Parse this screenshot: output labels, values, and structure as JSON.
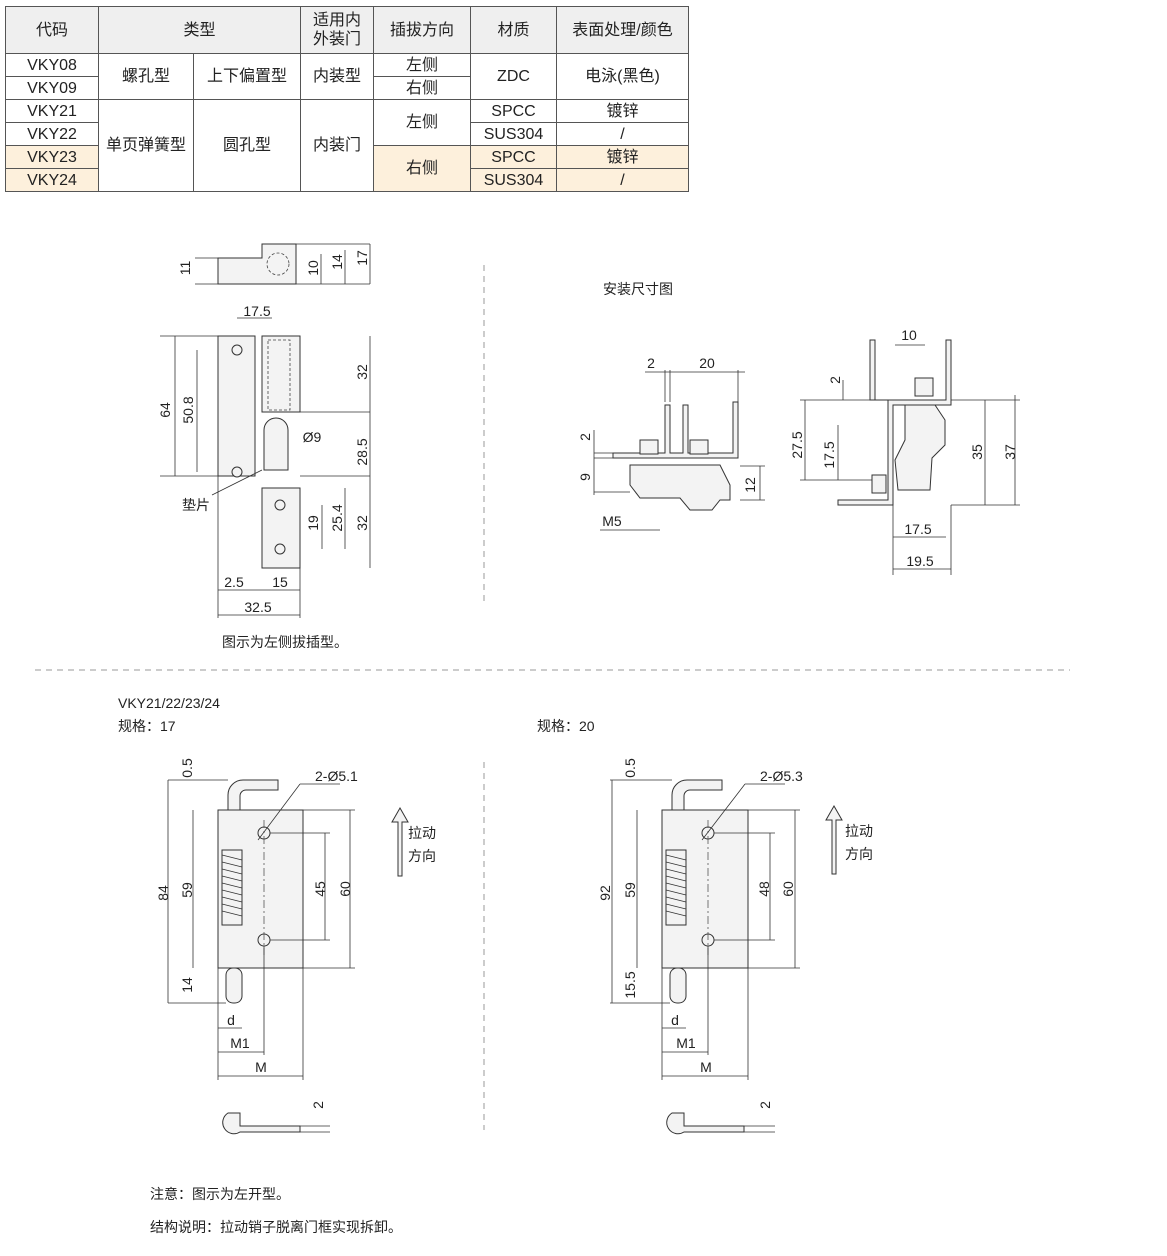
{
  "table": {
    "headers": [
      "代码",
      "类型",
      "适用内外装门",
      "插拔方向",
      "材质",
      "表面处理/颜色"
    ],
    "header_door": [
      "适用内",
      "外装门"
    ],
    "rows": [
      {
        "code": "VKY08",
        "type1": "螺孔型",
        "type2": "上下偏置型",
        "door": "内装型",
        "dir": "左侧",
        "material": "ZDC",
        "finish": "电泳(黑色)"
      },
      {
        "code": "VKY09",
        "dir": "右侧"
      },
      {
        "code": "VKY21",
        "type1": "单页弹簧型",
        "type2": "圆孔型",
        "door": "内装门",
        "dir": "左侧",
        "material": "SPCC",
        "finish": "镀锌"
      },
      {
        "code": "VKY22",
        "material": "SUS304",
        "finish": "/"
      },
      {
        "code": "VKY23",
        "dir": "右侧",
        "material": "SPCC",
        "finish": "镀锌"
      },
      {
        "code": "VKY24",
        "material": "SUS304",
        "finish": "/"
      }
    ],
    "highlight_color": "#fdf0dc"
  },
  "drawing1": {
    "dims": [
      "11",
      "10",
      "14",
      "17",
      "17.5",
      "64",
      "50.8",
      "32",
      "Ø9",
      "28.5",
      "19",
      "25.4",
      "32",
      "2.5",
      "15",
      "32.5"
    ],
    "shim_label": "垫片",
    "caption": "图示为左侧拔插型。"
  },
  "mounting": {
    "title": "安装尺寸图",
    "dims": [
      "2",
      "20",
      "2",
      "9",
      "12",
      "M5",
      "10",
      "2",
      "27.5",
      "17.5",
      "35",
      "37",
      "17.5",
      "19.5"
    ]
  },
  "bottom": {
    "series": "VKY21/22/23/24",
    "left": {
      "spec": "规格：17",
      "dims": [
        "0.5",
        "2-Ø5.1",
        "84",
        "59",
        "45",
        "60",
        "14",
        "d",
        "M1",
        "M",
        "2"
      ]
    },
    "right": {
      "spec": "规格：20",
      "dims": [
        "0.5",
        "2-Ø5.3",
        "92",
        "59",
        "48",
        "60",
        "15.5",
        "d",
        "M1",
        "M",
        "2"
      ]
    },
    "pull_label": [
      "拉动",
      "方向"
    ],
    "notes": [
      "注意：图示为左开型。",
      "结构说明：拉动销子脱离门框实现拆卸。"
    ]
  }
}
